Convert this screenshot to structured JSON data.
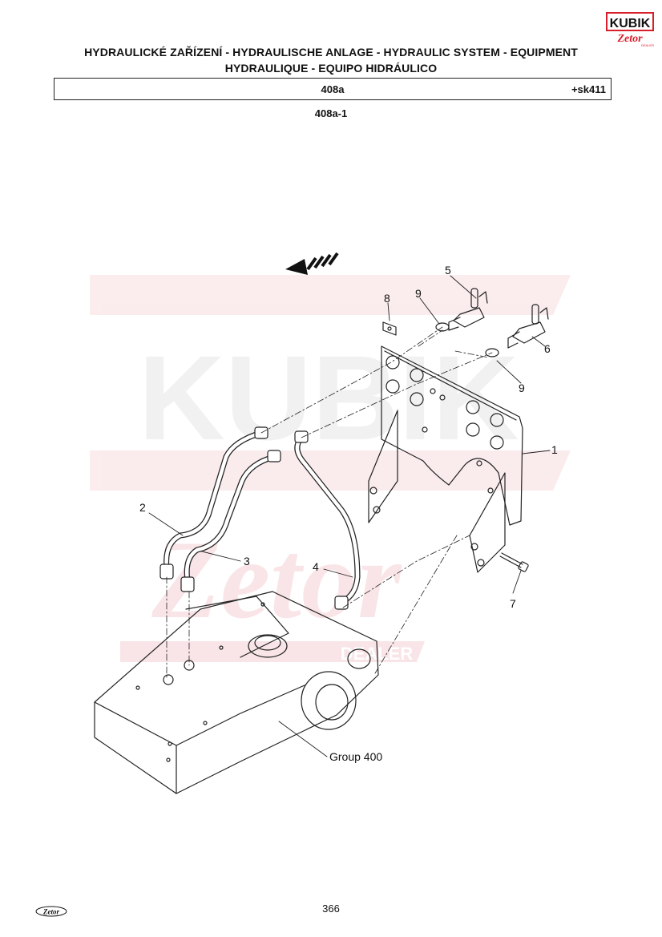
{
  "header": {
    "title_line1": "HYDRAULICKÉ ZAŘÍZENÍ - HYDRAULISCHE ANLAGE - HYDRAULIC SYSTEM - EQUIPMENT",
    "title_line2": "HYDRAULIQUE - EQUIPO HIDRÁULICO",
    "code": "408a",
    "code_ref": "+sk411",
    "subcode": "408a-1"
  },
  "brand": {
    "corner_logo_top": "KUBIK",
    "corner_logo_bottom": "Zetor",
    "corner_logo_tag": "DEALER",
    "watermark_top": "KUBIK",
    "watermark_bottom": "Zetor",
    "watermark_tag": "DEALER",
    "footer_logo": "Zetor",
    "accent_color": "#d81e2a"
  },
  "diagram": {
    "callouts": [
      "1",
      "2",
      "3",
      "4",
      "5",
      "6",
      "7",
      "8",
      "9",
      "9"
    ],
    "group_label": "Group 400"
  },
  "footer": {
    "page_number": "366"
  }
}
